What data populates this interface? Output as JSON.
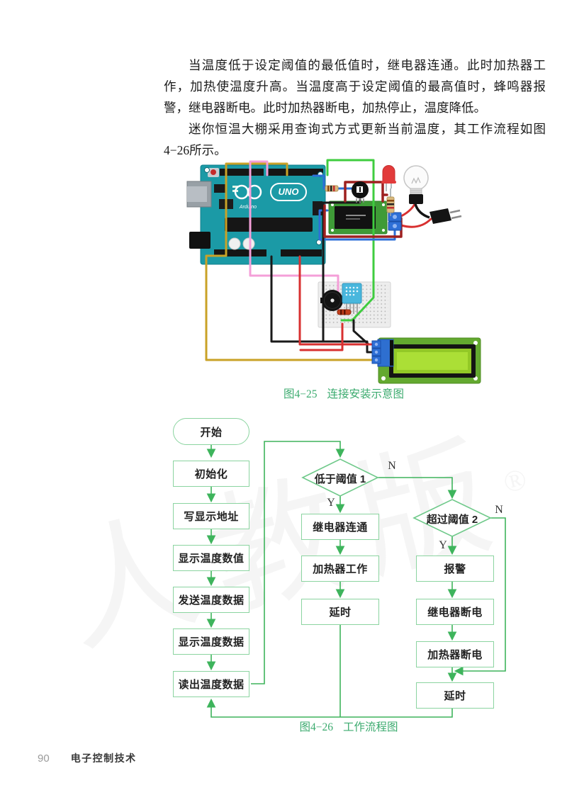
{
  "page": {
    "footer": {
      "page_number": "90",
      "book_title": "电子控制技术"
    },
    "watermark_text": "人教版",
    "watermark_reg": "®"
  },
  "body_text": {
    "lines": [
      "当温度低于设定阈值的最低值时，继电器连通。此时加热器工",
      "作，加热使温度升高。当温度高于设定阈值的最高值时，蜂鸣器报",
      "警，继电器断电。此时加热器断电，加热停止，温度降低。",
      "迷你恒温大棚采用查询式方式更新当前温度，其工作流程如图",
      "4−26所示。"
    ]
  },
  "figure_4_25": {
    "caption_label": "图4−25",
    "caption_title": "连接安装示意图",
    "board_text": {
      "uno": "UNO",
      "brand": "Arduino"
    },
    "components": [
      "Arduino UNO",
      "USB接口",
      "电源接口",
      "三极管",
      "电阻",
      "红色LED",
      "继电器模块",
      "接线端子",
      "灯泡",
      "电源插头",
      "面包板",
      "蜂鸣器",
      "DHT11温湿度传感器",
      "LCD1602显示屏",
      "I2C模块"
    ],
    "wire_colors": {
      "yellow": "#C9A227",
      "pink": "#F49FD8",
      "green": "#3FCC3F",
      "blue": "#2D6FD8",
      "black": "#1A1A1A",
      "red": "#D83030",
      "dark_red": "#9E2020"
    }
  },
  "figure_4_26": {
    "caption_label": "图4−26",
    "caption_title": "工作流程图",
    "flowchart": {
      "type": "flowchart",
      "branch_yes": "Y",
      "branch_no": "N",
      "left_column": [
        "开始",
        "初始化",
        "写显示地址",
        "显示温度数值",
        "发送温度数据",
        "显示温度数据",
        "读出温度数据"
      ],
      "middle_column": {
        "decision": "低于阈值 1",
        "steps": [
          "继电器连通",
          "加热器工作",
          "延时"
        ]
      },
      "right_column": {
        "decision": "超过阈值 2",
        "steps": [
          "报警",
          "继电器断电",
          "加热器断电",
          "延时"
        ]
      }
    }
  },
  "colors": {
    "flow_line_green": "#3EB45C",
    "flow_box_border": "#8BD4A0",
    "caption_green": "#3CAB6F",
    "arduino_teal": "#1B9AA6",
    "relay_pcb_green": "#3F9B37",
    "lcd_pcb_green": "#63A92F",
    "lcd_screen_green": "#ABDF36",
    "terminal_blue": "#2E6FD6"
  }
}
